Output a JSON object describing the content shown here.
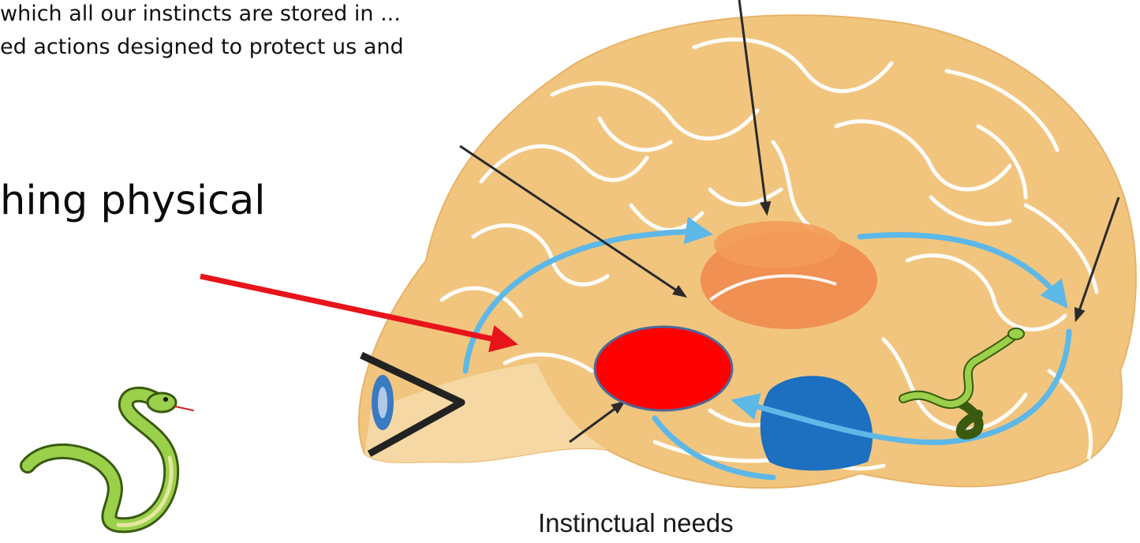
{
  "text": {
    "line1": "which all our instincts are stored in ...",
    "line2": "ed actions designed to protect us and",
    "heading": "hing physical",
    "caption": "Instinctual needs"
  },
  "colors": {
    "brain_fill": "#f1c57e",
    "brain_shadow": "#e2ad60",
    "folds": "#ffffff",
    "pathway_arrows": "#5db8e8",
    "highlight_region": "#f08a4e",
    "amygdala_marker": "#ff0000",
    "amygdala_outline": "#4a6a9a",
    "blue_region": "#1d6fbf",
    "pointer_arrow": "#e8141b",
    "leader_lines": "#2a2a2a",
    "snake_body": "#8cc63f"
  },
  "icons": [
    "eye-icon",
    "snake-icon"
  ]
}
